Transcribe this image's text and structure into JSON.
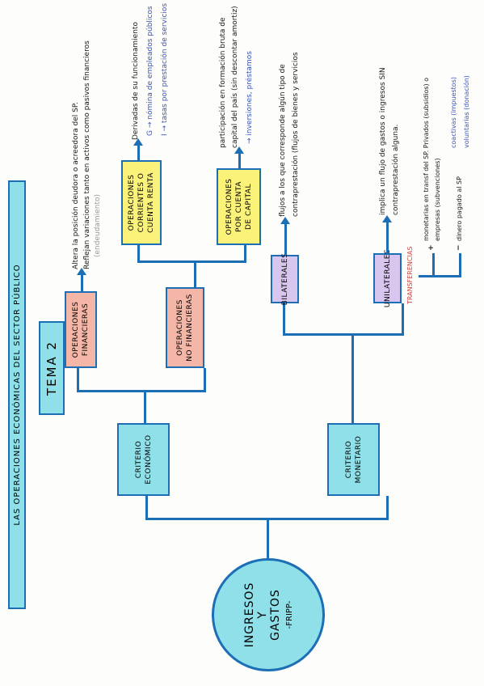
{
  "title": "LAS OPERACIONES ECONÓMICAS DEL SECTOR PÚBLICO",
  "tema": "TEMA 2",
  "root": {
    "line1": "INGRESOS",
    "line2": "Y",
    "line3": "GASTOS",
    "sub": "-FRIPP-"
  },
  "criteria": {
    "economico": {
      "line1": "CRITERIO",
      "line2": "ECONÓMICO"
    },
    "monetario": {
      "line1": "CRITERIO",
      "line2": "MONETARIO"
    }
  },
  "ops": {
    "financieras": {
      "line1": "OPERACIONES",
      "line2": "FINANCIERAS"
    },
    "no_financieras": {
      "line1": "OPERACIONES",
      "line2": "NO FINANCIERAS"
    },
    "corrientes": {
      "line1": "OPERACIONES",
      "line2": "CORRIENTES O",
      "line3": "CUENTA RENTA"
    },
    "capital": {
      "line1": "OPERACIONES",
      "line2": "POR CUENTA",
      "line3": "DE CAPITAL"
    },
    "bilaterales": {
      "line1": "BILATERALES"
    },
    "unilaterales": {
      "line1": "UNILATERALES"
    }
  },
  "notes": {
    "financieras_1": "Altera la posición deudora o acreedora del SP.",
    "financieras_2": "Reflejan variaciones tanto en activos como pasivos financieros",
    "financieras_3": "(endeudamiento)",
    "corrientes_1": "Derivadas de su funcionamiento",
    "corrientes_2": "G → nómina de empleados públicos",
    "corrientes_3": "I → tasas por prestación de servicios",
    "capital_1": "participación en formación bruta de",
    "capital_2": "capital del país (sin descontar amortiz)",
    "capital_3": "→ inversiones, préstamos",
    "bilaterales_1": "flujos a los que corresponde algún tipo de",
    "bilaterales_2": "contraprestación (flujos de bienes y servicios",
    "unilaterales_1": "implica un flujo de gastos o ingresos SIN",
    "unilaterales_2": "contraprestación alguna.",
    "transferencias": "TRANSFERENCIAS",
    "plus_1": "monetarias en transf del SP. Privados (subsidios) o",
    "plus_2": "empresas (subvenciones)",
    "minus_1": "dinero pagado al SP",
    "minus_2": "coactivas (impuestos)",
    "minus_3": "voluntarias (donación)",
    "plus_sign": "+",
    "minus_sign": "−"
  }
}
